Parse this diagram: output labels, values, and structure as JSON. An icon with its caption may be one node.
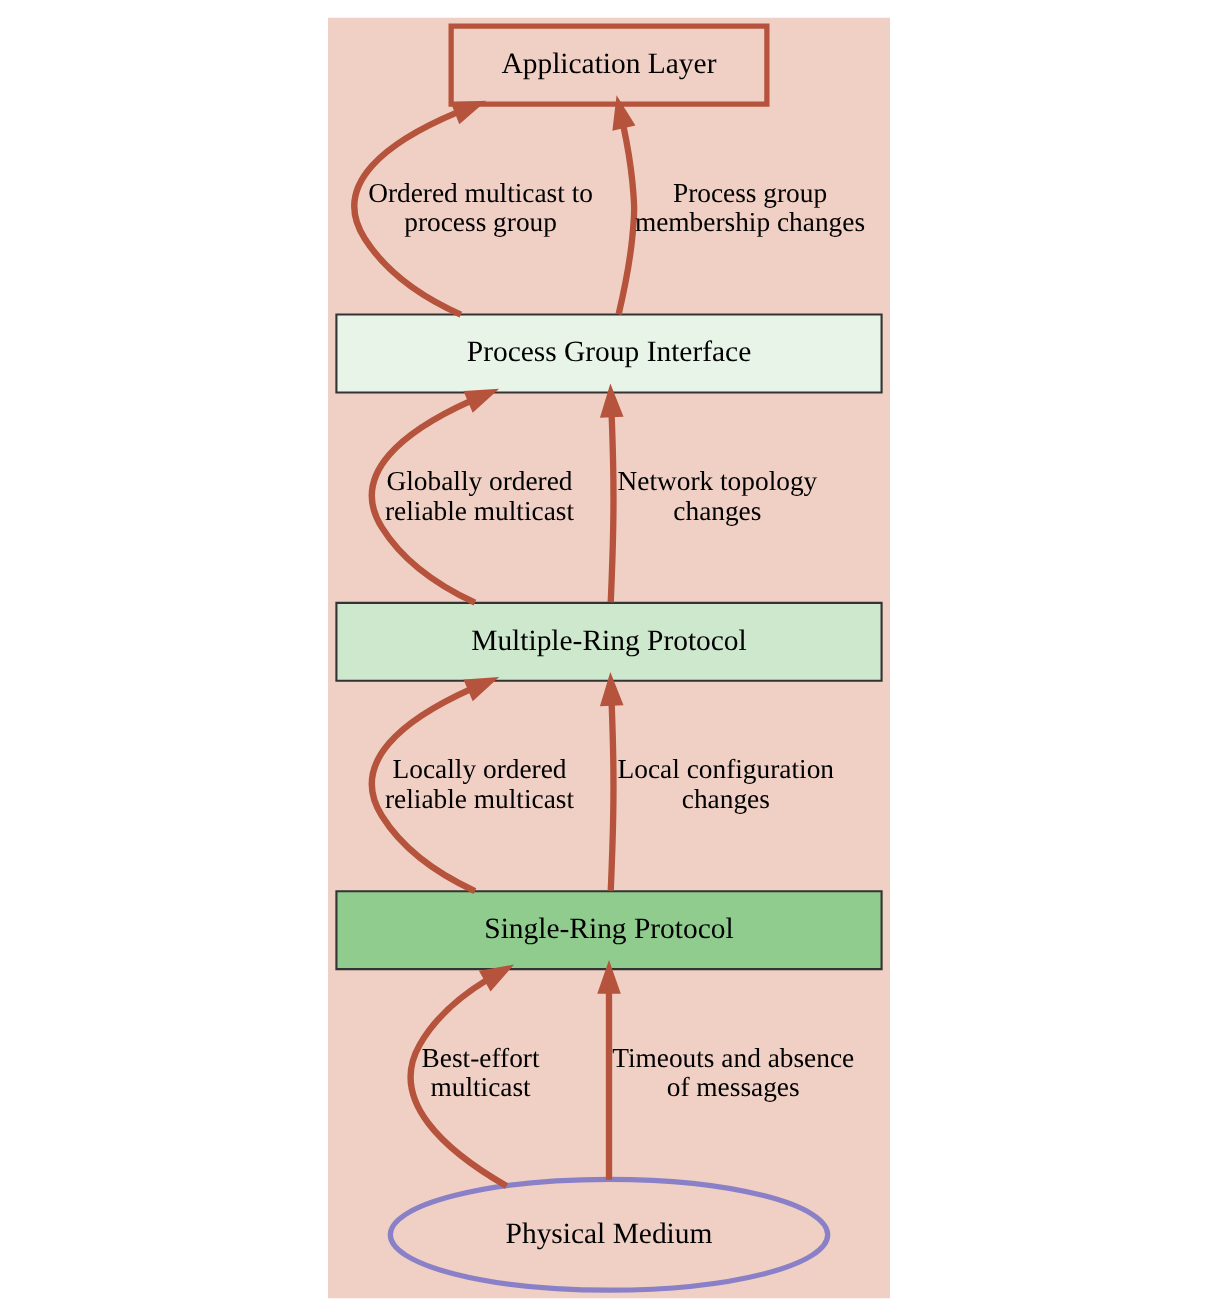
{
  "diagram": {
    "nodes": [
      {
        "text": [
          "Application Layer"
        ]
      },
      {
        "text": [
          "Process Group Interface"
        ]
      },
      {
        "text": [
          "Multiple-Ring Protocol"
        ]
      },
      {
        "text": [
          "Single-Ring Protocol"
        ]
      },
      {
        "text": [
          "Physical Medium"
        ]
      }
    ],
    "edges": [
      {
        "from": 4,
        "to": 3,
        "arrow": "to",
        "label": "Best-effort multicast"
      },
      {
        "from": 4,
        "to": 3,
        "arrow": "to",
        "label": "Timeouts and absence of messages"
      },
      {
        "from": 3,
        "to": 2,
        "arrow": "to",
        "label": "Locally ordered reliable multicast"
      },
      {
        "from": 3,
        "to": 2,
        "arrow": "to",
        "label": "Local configuration changes"
      },
      {
        "from": 2,
        "to": 1,
        "arrow": "to",
        "label": "Globally ordered reliable multicast"
      },
      {
        "from": 2,
        "to": 1,
        "arrow": "to",
        "label": "Network topology changes"
      },
      {
        "from": 1,
        "to": 0,
        "arrow": "to",
        "label": "Ordered multicast to process group"
      },
      {
        "from": 1,
        "to": 0,
        "arrow": "to",
        "label": "Process group membership changes"
      }
    ]
  }
}
